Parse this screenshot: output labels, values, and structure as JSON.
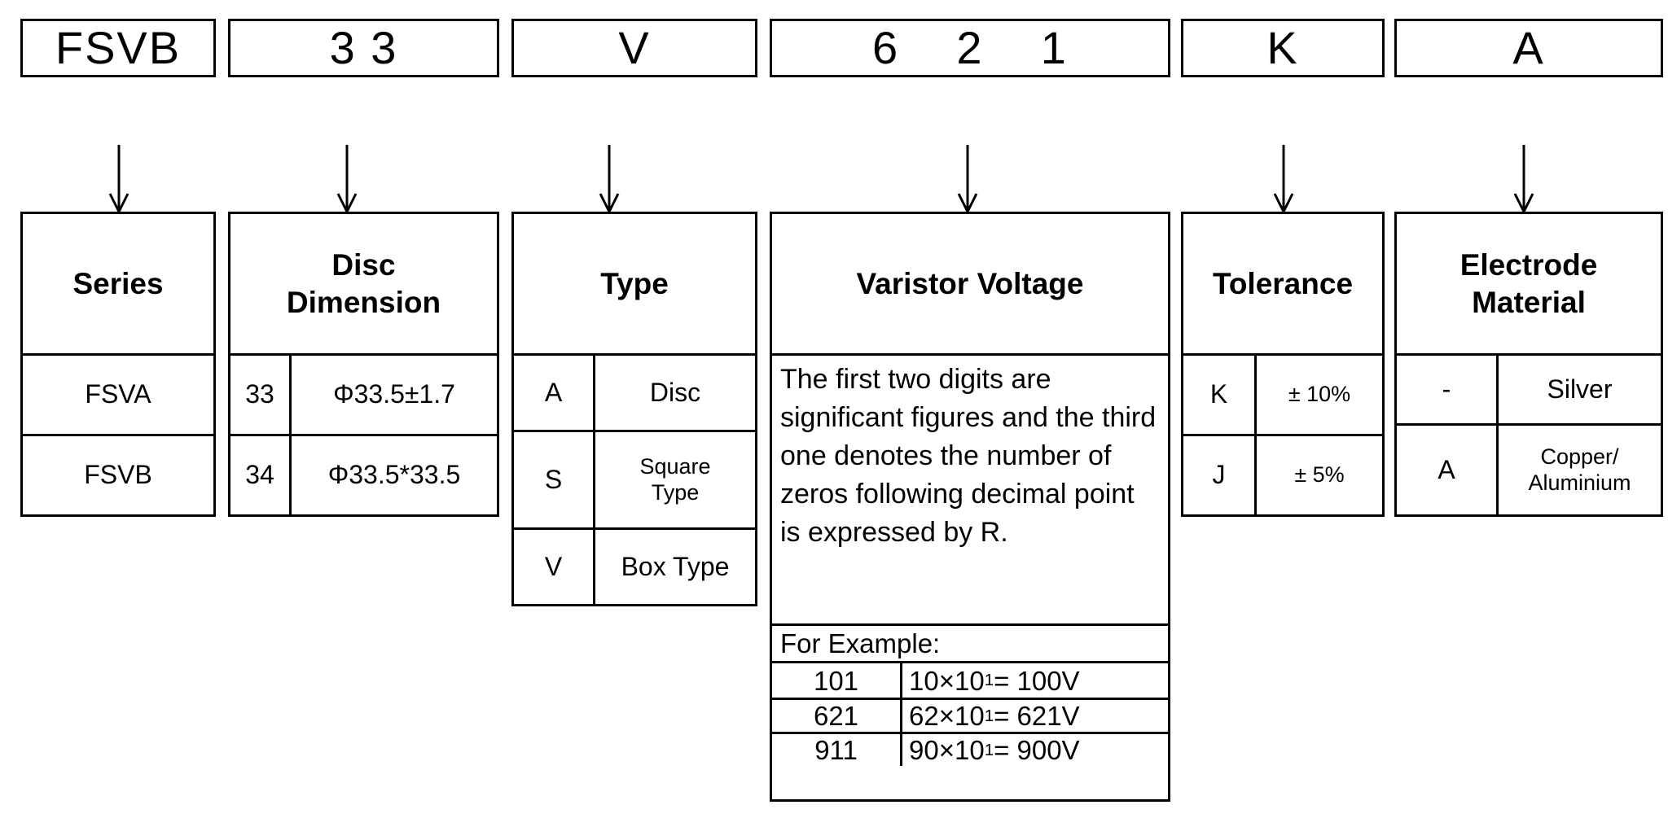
{
  "part_number": {
    "label": "FSVB33V621KA",
    "segments": [
      {
        "id": "series",
        "text": "FSVB"
      },
      {
        "id": "disc-dimension",
        "text": "3 3"
      },
      {
        "id": "type",
        "text": "V"
      },
      {
        "id": "varistor-voltage",
        "text": "6    2    1"
      },
      {
        "id": "tolerance",
        "text": "K"
      },
      {
        "id": "electrode-material",
        "text": "A"
      }
    ]
  },
  "sections": {
    "series": {
      "title": "Series",
      "rows": [
        {
          "value": "FSVA"
        },
        {
          "value": "FSVB"
        }
      ]
    },
    "disc_dimension": {
      "title": "Disc\nDimension",
      "title_line1": "Disc",
      "title_line2": "Dimension",
      "rows": [
        {
          "code": "33",
          "value": "Φ33.5±1.7"
        },
        {
          "code": "34",
          "value": "Φ33.5*33.5"
        }
      ]
    },
    "type": {
      "title": "Type",
      "rows": [
        {
          "code": "A",
          "value": "Disc"
        },
        {
          "code": "S",
          "value": "Square\nType"
        },
        {
          "code": "V",
          "value": "Box Type"
        }
      ]
    },
    "varistor_voltage": {
      "title": "Varistor Voltage",
      "description": "The first two digits are significant figures and the third one denotes the number of zeros following decimal point is expressed by R.",
      "example_title": "For Example:",
      "examples": [
        {
          "code": "101",
          "mantissa": "10×10",
          "exponent": "1",
          "result": " = 100V"
        },
        {
          "code": "621",
          "mantissa": "62×10",
          "exponent": "1",
          "result": " = 621V"
        },
        {
          "code": "911",
          "mantissa": "90×10",
          "exponent": "1",
          "result": " = 900V"
        }
      ]
    },
    "tolerance": {
      "title": "Tolerance",
      "rows": [
        {
          "code": "K",
          "value": "± 10%"
        },
        {
          "code": "J",
          "value": "± 5%"
        }
      ]
    },
    "electrode_material": {
      "title": "Electrode\nMaterial",
      "title_line1": "Electrode",
      "title_line2": "Material",
      "rows": [
        {
          "code": "-",
          "value": "Silver"
        },
        {
          "code": "A",
          "value": "Copper/\nAluminium"
        }
      ]
    }
  },
  "colors": {
    "line": "#000000",
    "background": "#ffffff",
    "text": "#000000"
  }
}
